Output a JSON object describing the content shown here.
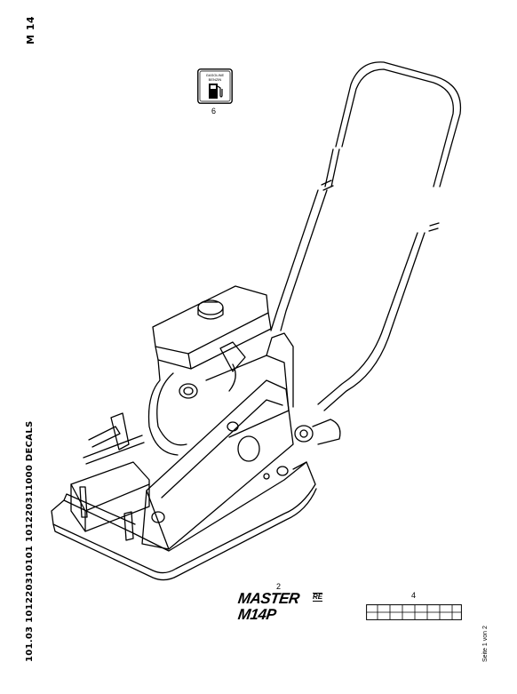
{
  "sheet": {
    "model_id": "M 14",
    "part_numbers": "101.03 101220310101 101220311000 DECALS",
    "page_ref": "Seite 1 von 2"
  },
  "callouts": {
    "gasoline_decal": "6",
    "brand_decal": "2",
    "stripe_decal": "4"
  },
  "gasoline_decal": {
    "line1": "GASOLINE",
    "line2": "BENZIN",
    "icon": "fuel-pump-icon"
  },
  "brand_decal": {
    "line1": "MASTER",
    "suffix": "RE",
    "line2": "M14P"
  }
}
